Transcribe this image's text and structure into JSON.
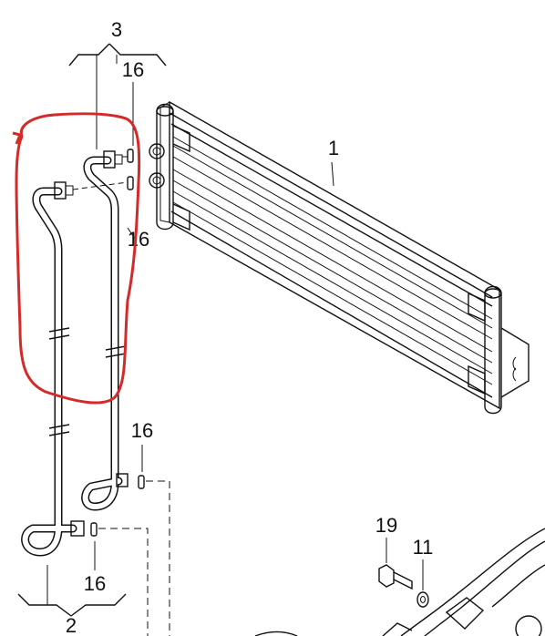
{
  "labels": {
    "cooler": "1",
    "lower_line": "2",
    "upper_line": "3",
    "seal_top": "16",
    "seal_mid": "16",
    "seal_right": "16",
    "seal_bottom": "16",
    "bolt": "19",
    "washer": "11"
  },
  "colors": {
    "line": "#111111",
    "highlight": "#d42a2a",
    "background": "#ffffff"
  }
}
